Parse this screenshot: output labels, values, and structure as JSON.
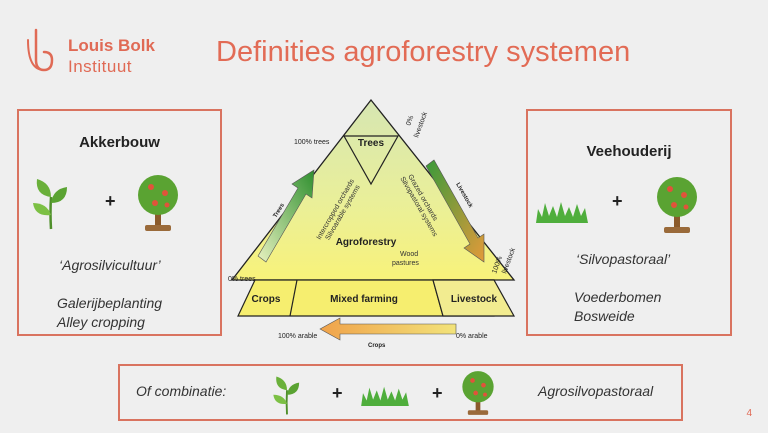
{
  "logo": {
    "line1": "Louis Bolk",
    "line2": "Instituut"
  },
  "title": "Definities agroforestry systemen",
  "left_box": {
    "title": "Akkerbouw",
    "term": "‘Agrosilvicultuur’",
    "examples": [
      "Galerijbeplanting",
      "Alley cropping"
    ],
    "icons": [
      "crop-icon",
      "tree-icon"
    ]
  },
  "right_box": {
    "title": "Veehouderij",
    "term": "‘Silvopastoraal’",
    "examples": [
      "Voederbomen",
      "Bosweide"
    ],
    "icons": [
      "grass-icon",
      "tree-icon"
    ]
  },
  "bottom_box": {
    "label": "Of combinatie:",
    "result": "Agrosilvopastoraal",
    "icons": [
      "crop-icon",
      "grass-icon",
      "tree-icon"
    ]
  },
  "plus_sign": "+",
  "triangle": {
    "apex": "Trees",
    "center": "Agroforestry",
    "wood_pastures": [
      "Wood",
      "pastures"
    ],
    "left_diag": [
      "Intercropped orchards",
      "Silvoarable systems"
    ],
    "right_diag": [
      "Grazed orchards",
      "Silvopastoral systems"
    ],
    "bottom_left": "Crops",
    "bottom_mid": "Mixed farming",
    "bottom_right": "Livestock",
    "label_100_trees": "100% trees",
    "label_0_trees": "0% trees",
    "label_0_livestock": [
      "0%",
      "livestock"
    ],
    "label_100_livestock": [
      "100%",
      "livestock"
    ],
    "label_100_arable": "100% arable",
    "label_0_arable": "0% arable",
    "arrow_trees": "Trees",
    "arrow_livestock": "Livestock",
    "arrow_crops": "Crops"
  },
  "colors": {
    "accent": "#e26b55",
    "tree_top": "#d8e8b4",
    "yellow": "#f5f08a",
    "arrow_green": "#3a9a3a",
    "arrow_orange": "#e39a3a"
  },
  "page_number": "4"
}
